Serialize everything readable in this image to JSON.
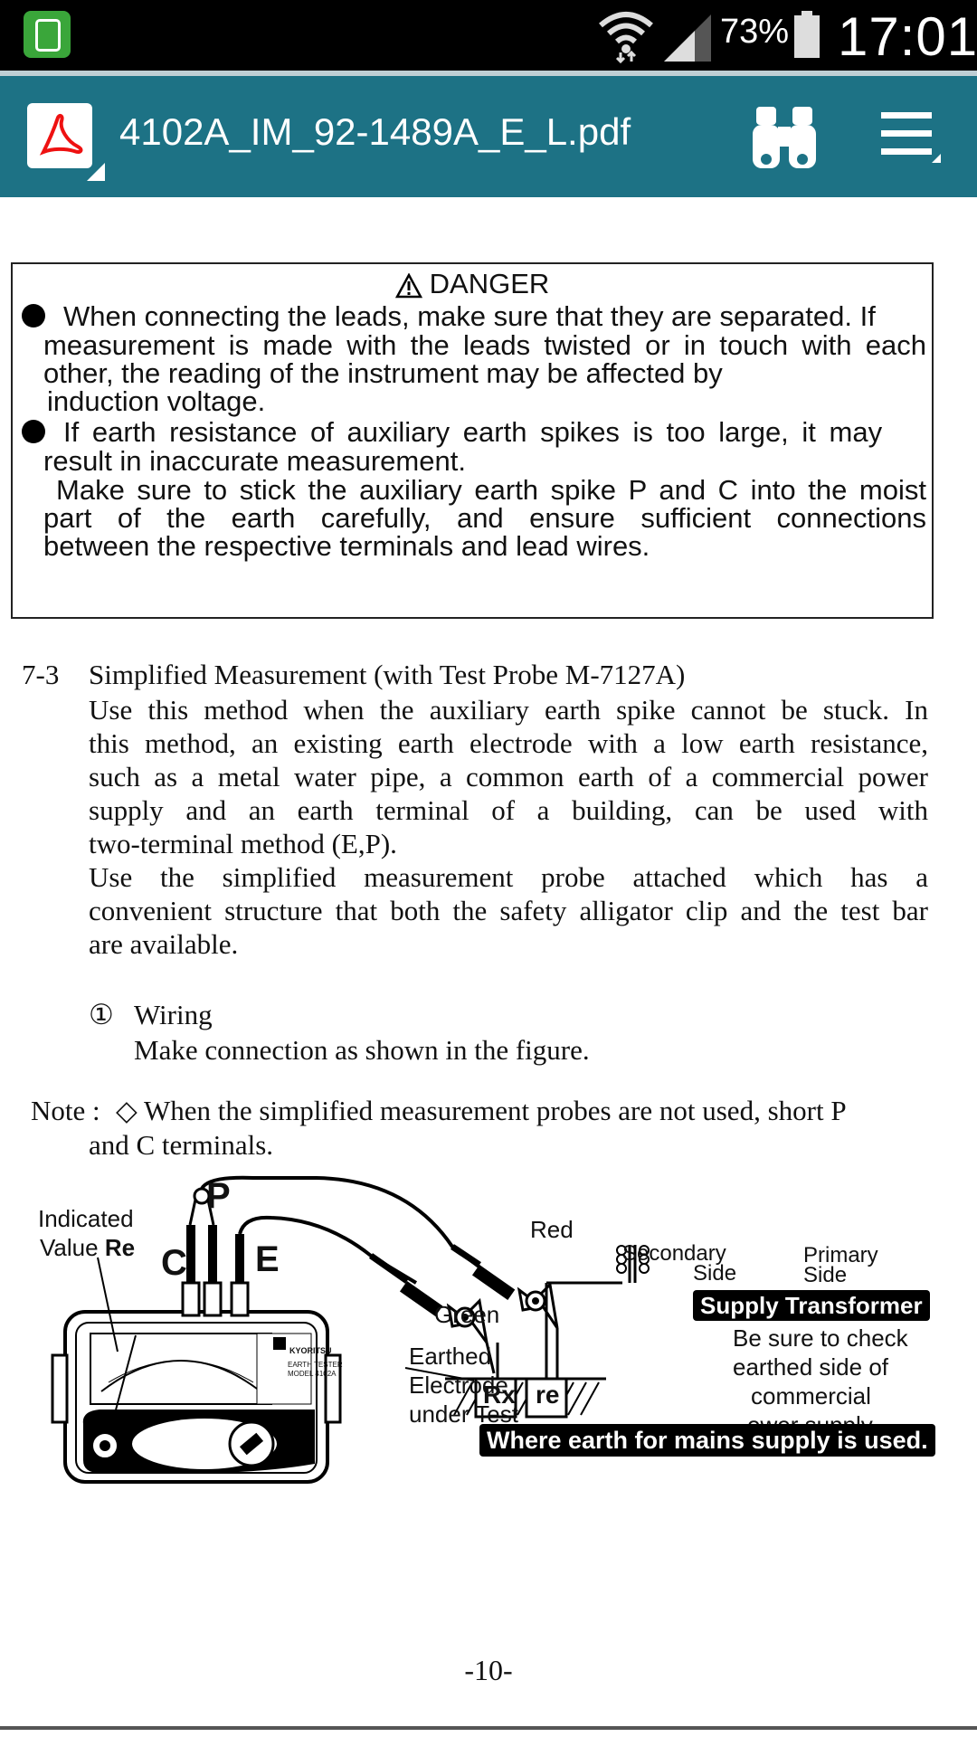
{
  "status_bar": {
    "battery_percent": "73%",
    "time": "17:01",
    "icons": [
      "screenshot-notification-icon",
      "wifi-icon",
      "signal-icon",
      "battery-icon"
    ]
  },
  "app_bar": {
    "file_name": "4102A_IM_92-1489A_E_L.pdf",
    "icons": [
      "pdf-app-icon",
      "binoculars-search-icon",
      "menu-icon"
    ],
    "color": "#1d7285"
  },
  "danger": {
    "title": "DANGER",
    "bullet1": [
      "When connecting the leads, make sure that they are separated. If",
      "measurement is made with the leads twisted or in touch with each",
      "other, the reading of the instrument may be affected by",
      "induction voltage."
    ],
    "bullet2": [
      "If earth resistance of auxiliary earth spikes is too large, it may",
      "result in inaccurate measurement.",
      "Make sure to stick the auxiliary earth spike P and C into the moist",
      "part of the earth carefully, and ensure sufficient connections",
      "between the respective terminals and lead wires."
    ]
  },
  "section": {
    "number": "7-3",
    "heading": "Simplified Measurement (with Test Probe M-7127A)",
    "para1": [
      "Use this method when the auxiliary earth spike cannot be stuck. In",
      "this method, an existing earth electrode with a low earth resistance,",
      "such as a metal water pipe, a common earth of a commercial power",
      "supply and an earth terminal of a building, can be used with",
      "two-terminal method (E,P)."
    ],
    "para2": [
      "Use the simplified measurement probe attached which has a",
      "convenient structure that both the safety alligator clip and the test bar",
      "are available."
    ],
    "step_marker": "①",
    "step_title": "Wiring",
    "step_text": "Make connection as shown in the figure.",
    "note_label": "Note :",
    "note_lines": [
      "◇ When the simplified measurement probes are not used, short P",
      "and C terminals."
    ]
  },
  "figure": {
    "indicated_value": "Indicated",
    "value_re_prefix": "Value",
    "value_re_symbol": "Re",
    "terminal_p": "P",
    "terminal_c": "C",
    "terminal_e": "E",
    "red": "Red",
    "green": "Green",
    "secondary": "Secondary",
    "secondary_side": "Side",
    "primary": "Primary",
    "primary_side": "Side",
    "supply_transformer": "Supply Transformer",
    "check_note": [
      "Be sure to check",
      "earthed side of",
      "commercial",
      "ower supply."
    ],
    "earthed_electrode": [
      "Earthed",
      "Electrode",
      "under Test"
    ],
    "rx": "Rx",
    "re": "re",
    "mains_note": "Where earth for mains supply is used.",
    "meter_brand": "KYORITSU",
    "meter_model": [
      "EARTH TESTER",
      "MODEL 4102A"
    ]
  },
  "page_number": "-10-"
}
